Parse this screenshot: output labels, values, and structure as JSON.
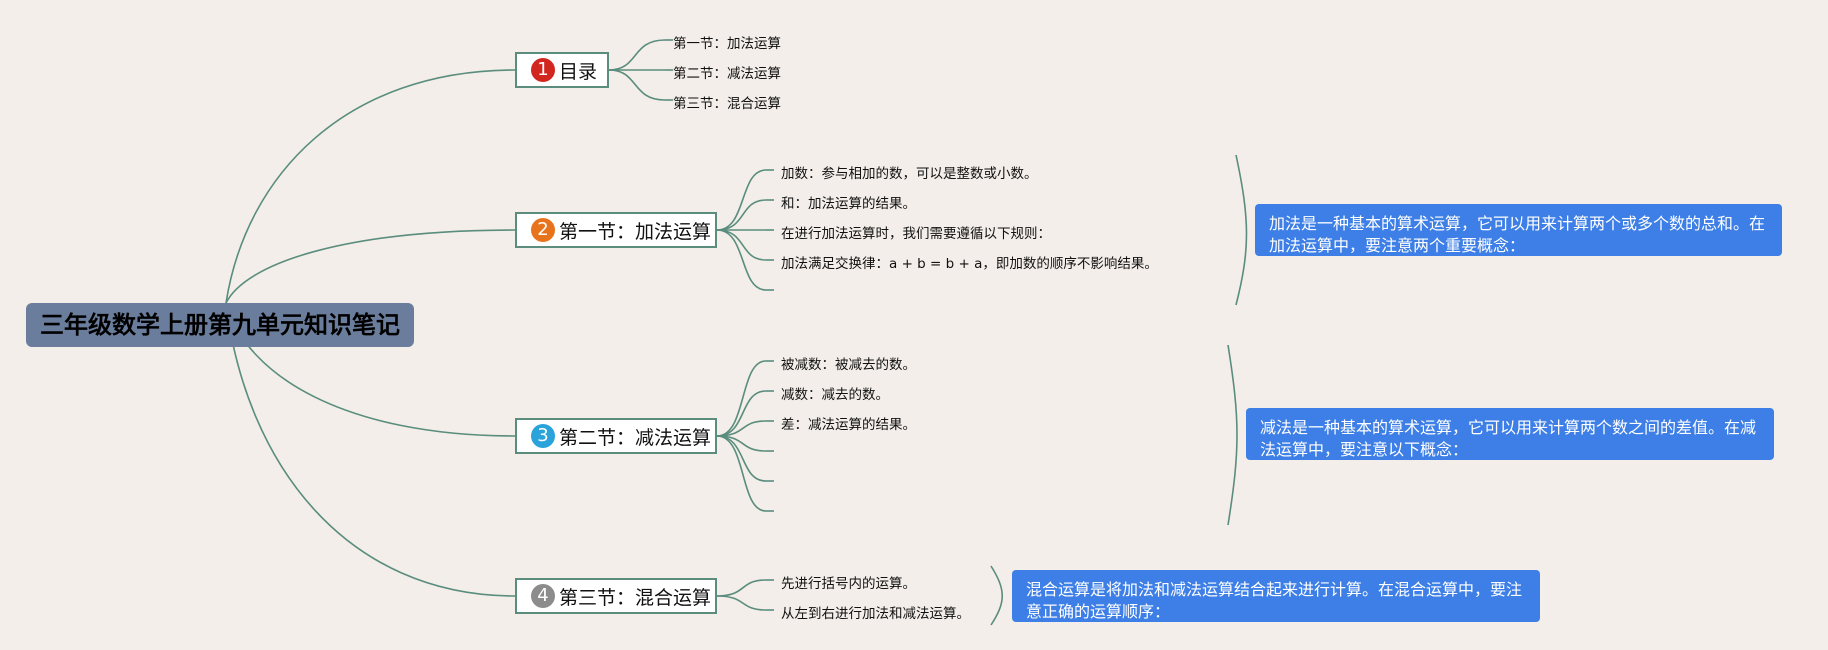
{
  "root": {
    "title": "三年级数学上册第九单元知识笔记"
  },
  "branches": [
    {
      "number": "1",
      "label": "目录",
      "badge_color": "#d2271f",
      "leaves": [
        "第一节：加法运算",
        "第二节：减法运算",
        "第三节：混合运算"
      ]
    },
    {
      "number": "2",
      "label": "第一节：加法运算",
      "badge_color": "#e8731d",
      "leaves": [
        "加数：参与相加的数，可以是整数或小数。",
        "和：加法运算的结果。",
        "在进行加法运算时，我们需要遵循以下规则：",
        "加法满足交换律：a + b = b + a，即加数的顺序不影响结果。",
        ""
      ],
      "note": "加法是一种基本的算术运算，它可以用来计算两个或多个数的总和。在加法运算中，要注意两个重要概念："
    },
    {
      "number": "3",
      "label": "第二节：减法运算",
      "badge_color": "#2aa2da",
      "leaves": [
        "被减数：被减去的数。",
        "减数：减去的数。",
        "差：减法运算的结果。",
        "",
        "",
        ""
      ],
      "note": "减法是一种基本的算术运算，它可以用来计算两个数之间的差值。在减法运算中，要注意以下概念："
    },
    {
      "number": "4",
      "label": "第三节：混合运算",
      "badge_color": "#8c8c8c",
      "leaves": [
        "先进行括号内的运算。",
        "从左到右进行加法和减法运算。"
      ],
      "note": "混合运算是将加法和减法运算结合起来进行计算。在混合运算中，要注意正确的运算顺序："
    }
  ],
  "colors": {
    "background": "#f3eee9",
    "line": "#5a8d7e",
    "root_fill": "#6a7d9c",
    "note_fill": "#3d7fe6"
  }
}
